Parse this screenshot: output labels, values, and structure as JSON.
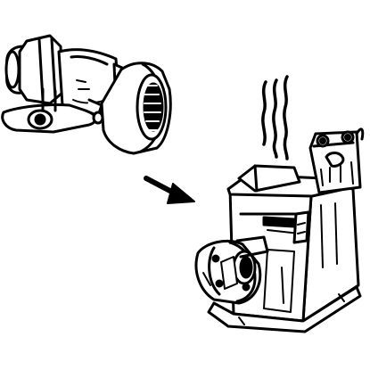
{
  "illustration": {
    "objects": [
      {
        "name": "ball-valve",
        "icon": "valve-icon"
      },
      {
        "name": "arrow",
        "icon": "arrow-down-right-icon"
      },
      {
        "name": "gas-boiler",
        "icon": "boiler-icon"
      },
      {
        "name": "heat-waves",
        "icon": "heat-waves-icon"
      }
    ],
    "colors": {
      "ink": "#000000",
      "paper": "#ffffff"
    }
  }
}
